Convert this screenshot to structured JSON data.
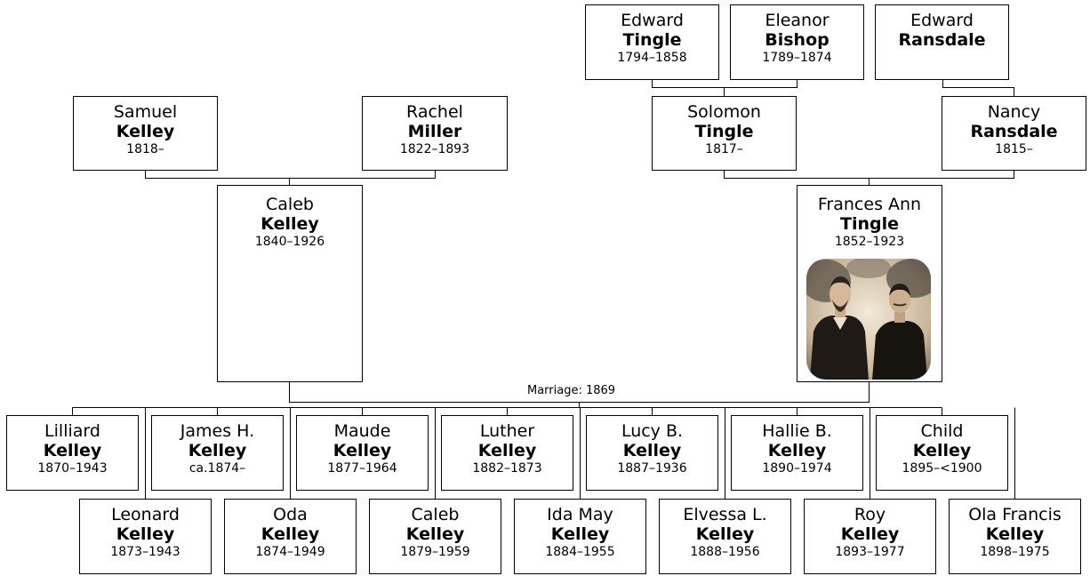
{
  "marriage_label": "Marriage: 1869",
  "people": {
    "edward_tingle": {
      "first": "Edward",
      "last": "Tingle",
      "dates": "1794–1858"
    },
    "eleanor_bishop": {
      "first": "Eleanor",
      "last": "Bishop",
      "dates": "1789–1874"
    },
    "edward_ransdale": {
      "first": "Edward",
      "last": "Ransdale",
      "dates": ""
    },
    "samuel_kelley": {
      "first": "Samuel",
      "last": "Kelley",
      "dates": "1818–"
    },
    "rachel_miller": {
      "first": "Rachel",
      "last": "Miller",
      "dates": "1822–1893"
    },
    "solomon_tingle": {
      "first": "Solomon",
      "last": "Tingle",
      "dates": "1817–"
    },
    "nancy_ransdale": {
      "first": "Nancy",
      "last": "Ransdale",
      "dates": "1815–"
    },
    "caleb_kelley": {
      "first": "Caleb",
      "last": "Kelley",
      "dates": "1840–1926"
    },
    "frances_tingle": {
      "first": "Frances Ann",
      "last": "Tingle",
      "dates": "1852–1923"
    }
  },
  "children_row1": [
    {
      "first": "Lilliard",
      "last": "Kelley",
      "dates": "1870–1943"
    },
    {
      "first": "James H.",
      "last": "Kelley",
      "dates": "ca.1874–"
    },
    {
      "first": "Maude",
      "last": "Kelley",
      "dates": "1877–1964"
    },
    {
      "first": "Luther",
      "last": "Kelley",
      "dates": "1882–1873"
    },
    {
      "first": "Lucy B.",
      "last": "Kelley",
      "dates": "1887–1936"
    },
    {
      "first": "Hallie B.",
      "last": "Kelley",
      "dates": "1890–1974"
    },
    {
      "first": "Child",
      "last": "Kelley",
      "dates": "1895–<1900"
    }
  ],
  "children_row2": [
    {
      "first": "Leonard",
      "last": "Kelley",
      "dates": "1873–1943"
    },
    {
      "first": "Oda",
      "last": "Kelley",
      "dates": "1874–1949"
    },
    {
      "first": "Caleb",
      "last": "Kelley",
      "dates": "1879–1959"
    },
    {
      "first": "Ida May",
      "last": "Kelley",
      "dates": "1884–1955"
    },
    {
      "first": "Elvessa L.",
      "last": "Kelley",
      "dates": "1888–1956"
    },
    {
      "first": "Roy",
      "last": "Kelley",
      "dates": "1893–1977"
    },
    {
      "first": "Ola Francis",
      "last": "Kelley",
      "dates": "1898–1975"
    }
  ]
}
